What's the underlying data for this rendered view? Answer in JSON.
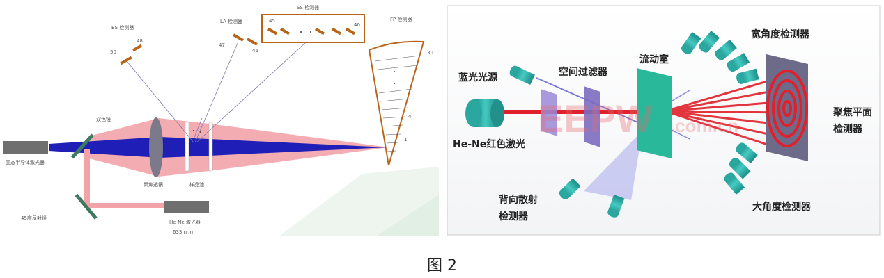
{
  "left": {
    "labels": {
      "bs": "BS 检测器",
      "la": "LA 检测器",
      "ss": "SS 检测器",
      "fp": "FP 检测器",
      "n50": "50",
      "n48": "48",
      "n47": "47",
      "n46": "46",
      "n45": "45",
      "n40": "40",
      "n30": "30",
      "n4": "4",
      "n1": "1",
      "dichroic": "双色镜",
      "solid_laser": "固态半导体激光器",
      "lens": "聚焦透镜",
      "cell": "样品池",
      "mirror45": "45度反射镜",
      "hene": "He-Ne 激光器",
      "wavelength": "633 n m"
    }
  },
  "right": {
    "labels": {
      "wide_angle": "宽角度检测器",
      "blue_source": "蓝光光源",
      "spatial_filter": "空间过滤器",
      "flow_cell": "流动室",
      "focal_plane_1": "聚焦平面",
      "focal_plane_2": "检测器",
      "hene_red": "He-Ne红色激光",
      "backscatter_1": "背向散射",
      "backscatter_2": "检测器",
      "large_angle": "大角度检测器",
      "watermark": "EEPW",
      "watermark_sub": ".com.cn"
    }
  },
  "caption": "图 2"
}
